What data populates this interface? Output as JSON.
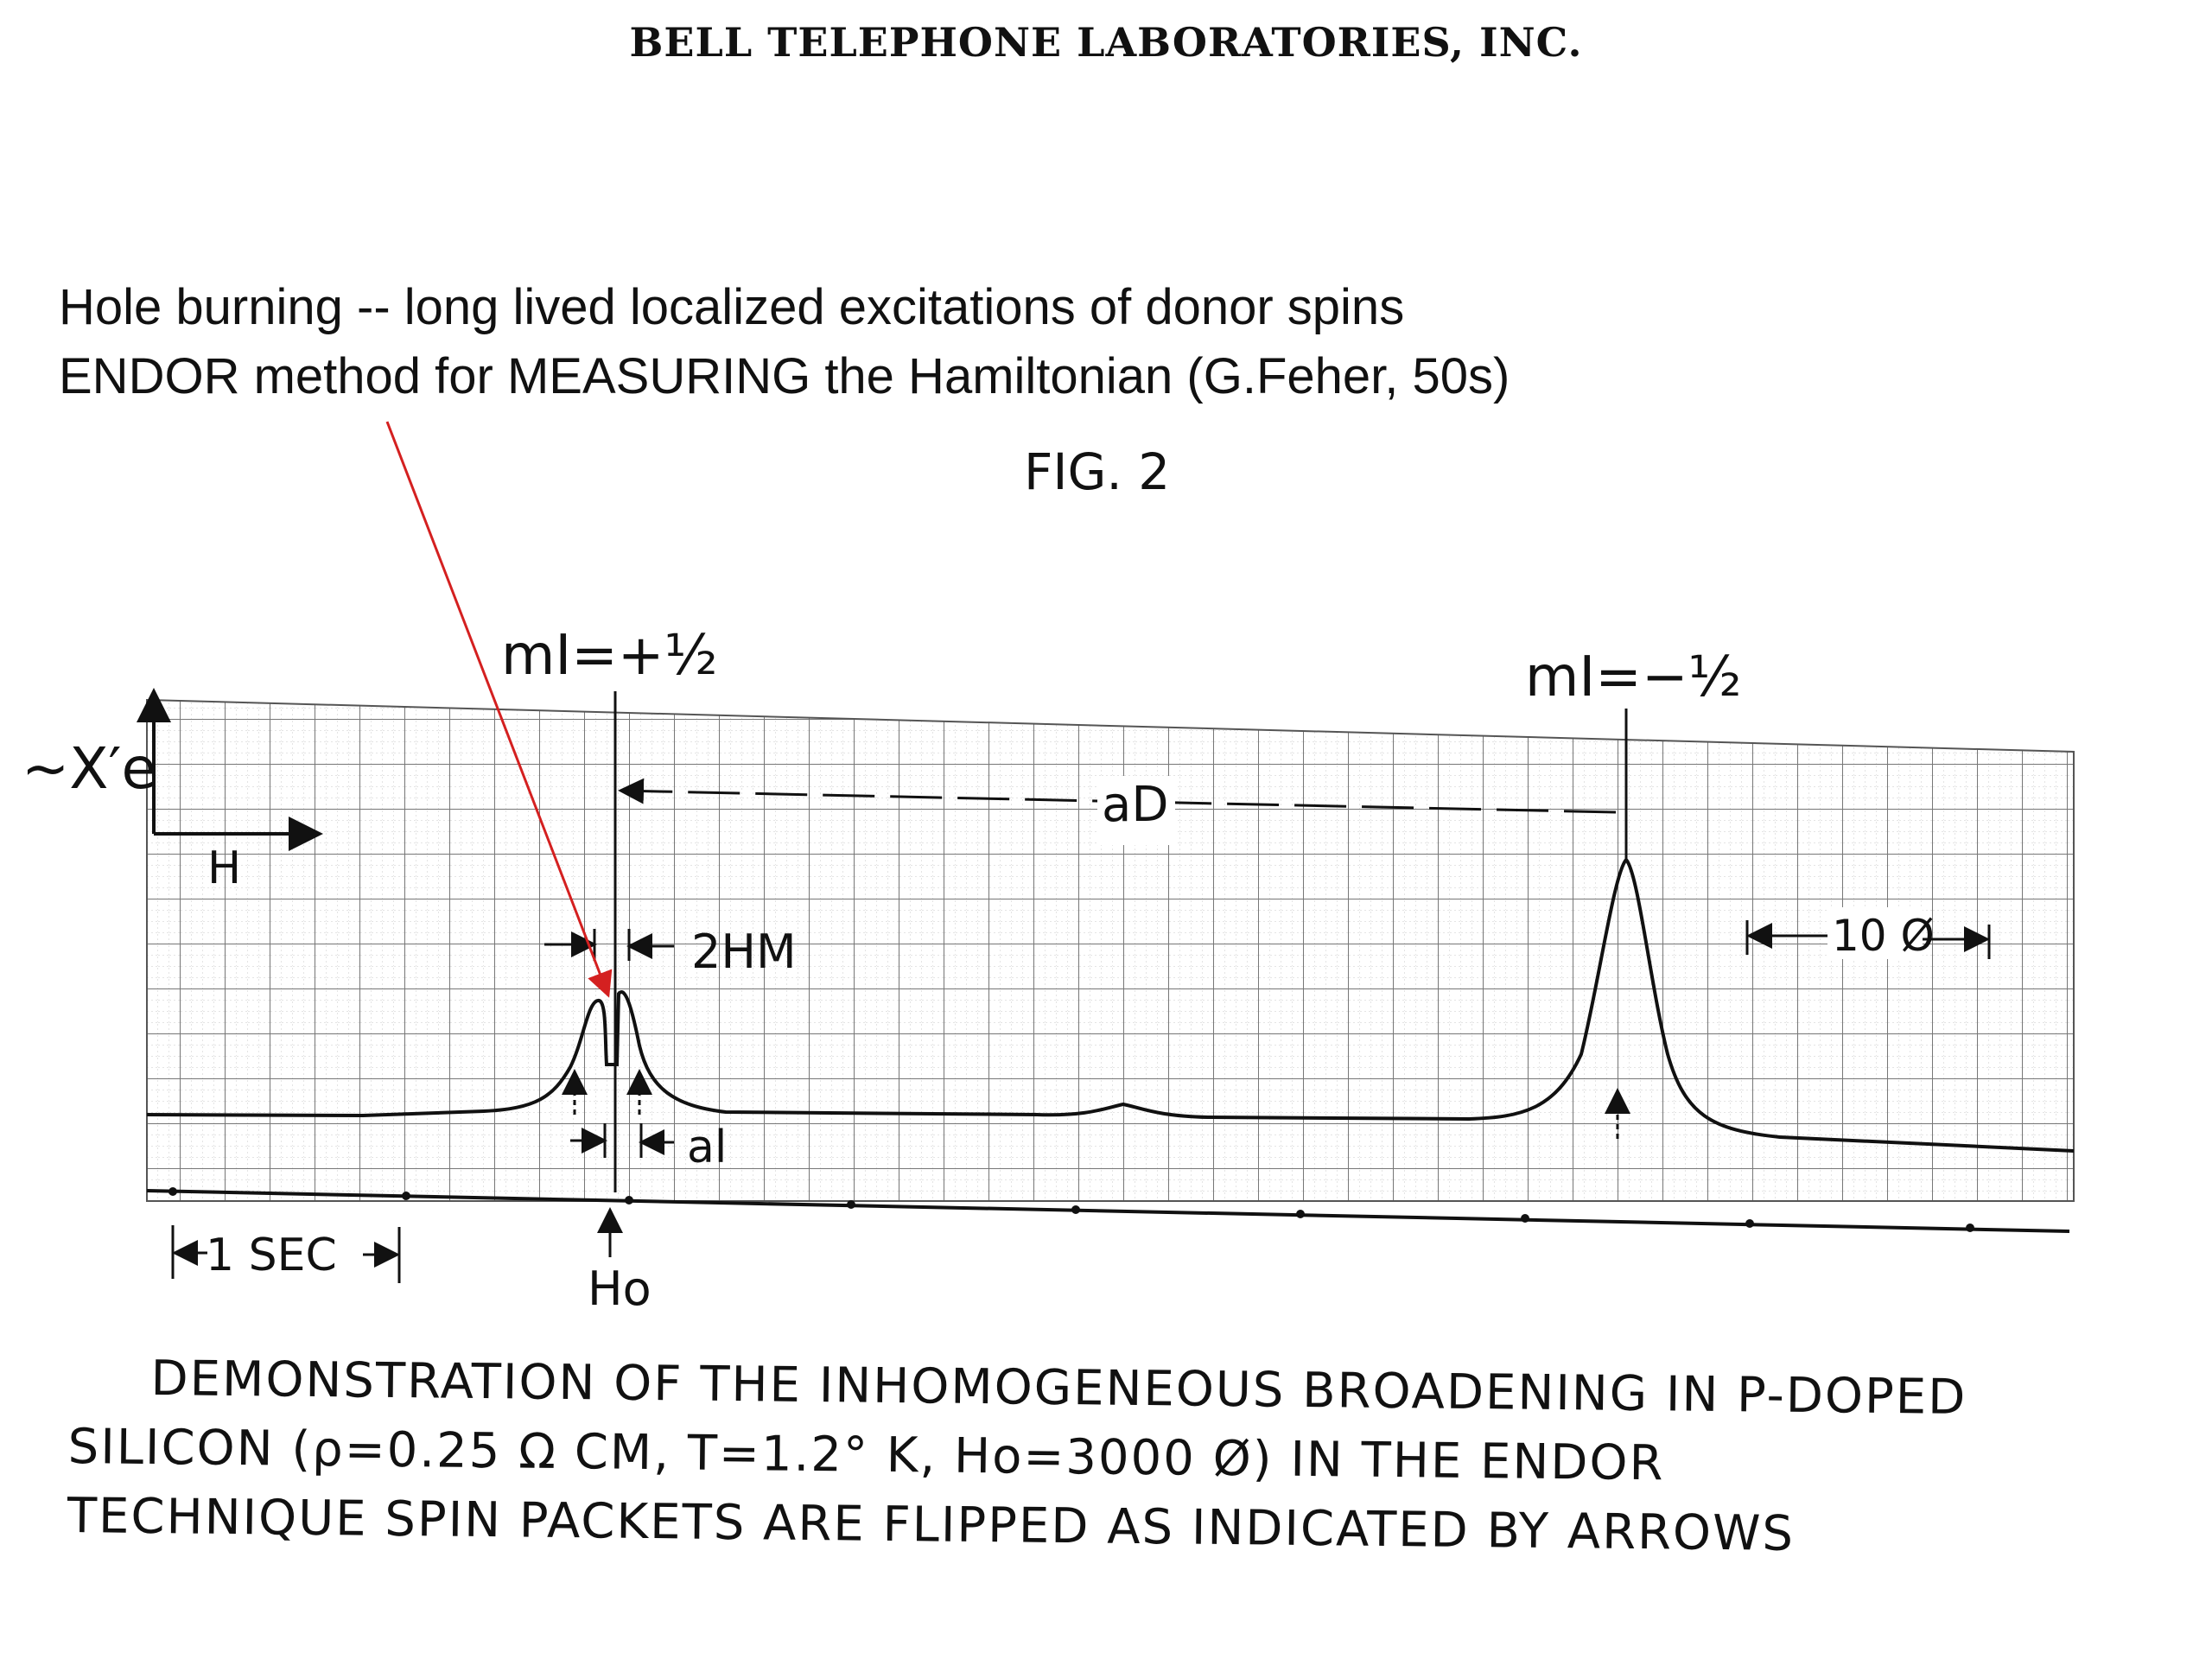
{
  "letterhead": "BELL TELEPHONE LABORATORIES, INC.",
  "annotation": {
    "line1": "Hole burning -- long lived localized excitations of donor spins",
    "line2": "ENDOR method for MEASURING the Hamiltonian (G.Feher, 50s)",
    "arrow_color": "#d42020"
  },
  "figure": {
    "label": "FIG. 2",
    "y_axis_label": "~X′e",
    "x_axis_label": "H",
    "peak_left_label": "mI=+½",
    "peak_right_label": "mI=−½",
    "aD_label": "aD",
    "hm_label": "2HM",
    "al_label": "al",
    "scale_label": "10 Ø",
    "time_label": "1 SEC",
    "h0_label": "Ho"
  },
  "caption": {
    "line1": "DEMONSTRATION OF THE INHOMOGENEOUS BROADENING IN P-DOPED",
    "line2": "SILICON (ρ=0.25 Ω CM, T=1.2° K, Ho=3000 Ø) IN THE ENDOR",
    "line3": "TECHNIQUE SPIN PACKETS ARE FLIPPED AS INDICATED BY ARROWS"
  }
}
